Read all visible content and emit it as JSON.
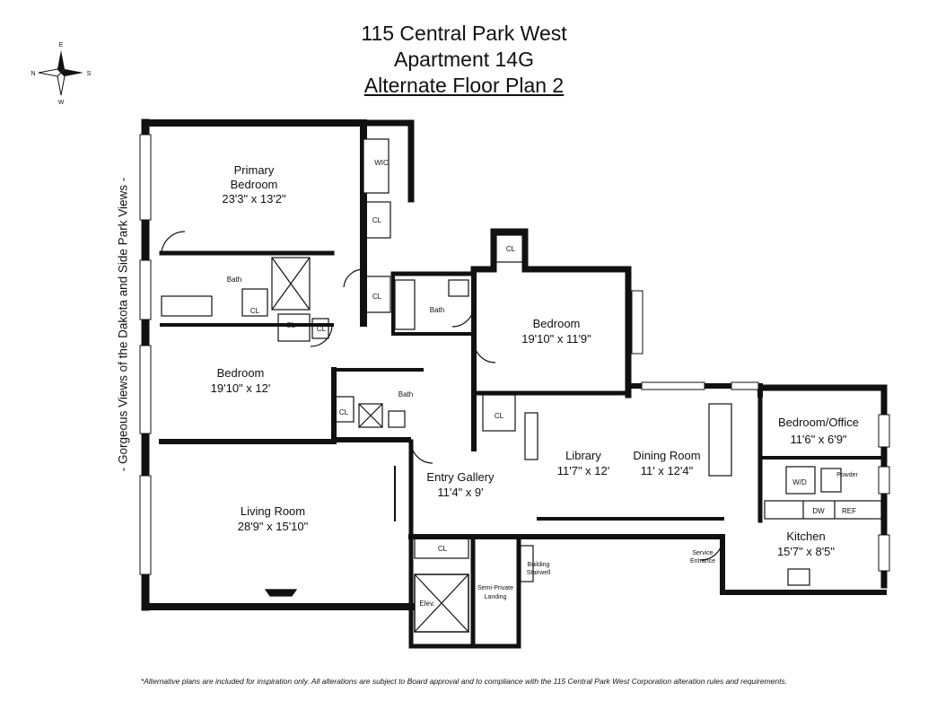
{
  "title": {
    "line1": "115 Central Park West",
    "line2": "Apartment 14G",
    "line3": "Alternate Floor Plan 2"
  },
  "compass": {
    "n": "N",
    "s": "S",
    "e": "E",
    "w": "W"
  },
  "side_label": "- Gorgeous Views of the Dakota and Side Park Views -",
  "rooms": {
    "primary_bedroom": {
      "name": "Primary",
      "name2": "Bedroom",
      "dims": "23'3\" x 13'2\""
    },
    "bedroom_north": {
      "name": "Bedroom",
      "dims": "19'10\" x 11'9\""
    },
    "bedroom_west": {
      "name": "Bedroom",
      "dims": "19'10\" x 12'"
    },
    "living_room": {
      "name": "Living Room",
      "dims": "28'9\" x 15'10\""
    },
    "entry_gallery": {
      "name": "Entry Gallery",
      "dims": "11'4\" x 9'"
    },
    "library": {
      "name": "Library",
      "dims": "11'7\" x 12'"
    },
    "dining_room": {
      "name": "Dining Room",
      "dims": "11' x 12'4\""
    },
    "bedroom_office": {
      "name": "Bedroom/Office",
      "dims": "11'6\" x 6'9\""
    },
    "kitchen": {
      "name": "Kitchen",
      "dims": "15'7\" x 8'5\""
    }
  },
  "small_labels": {
    "wic": "WIC",
    "cl": "CL",
    "bath": "Bath",
    "wd": "W/D",
    "powder": "Powder",
    "dw": "DW",
    "ref": "REF",
    "elev": "Elev.",
    "semi_private": "Semi-Private",
    "landing": "Landing",
    "building": "Building",
    "stairwell": "Stairwell",
    "service": "Service",
    "entrance": "Entrance"
  },
  "footnote": "*Alternative plans are included for inspiration only. All alterations are subject to Board approval and to compliance with the 115 Central Park West Corporation alteration rules and requirements."
}
